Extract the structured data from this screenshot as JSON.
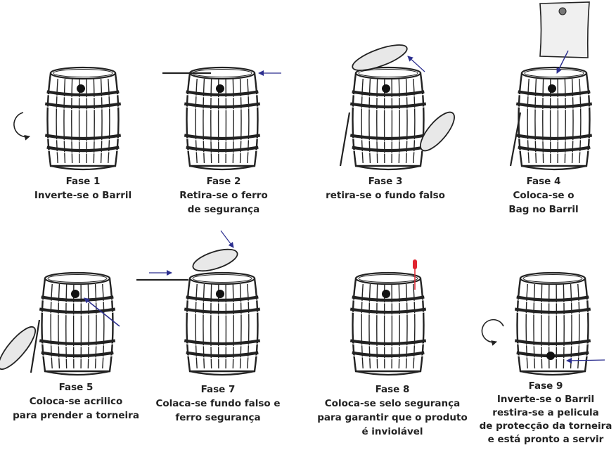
{
  "phases": [
    {
      "title": "Fase 1",
      "lines": [
        "Inverte-se o Barril"
      ]
    },
    {
      "title": "Fase 2",
      "lines": [
        "Retira-se o ferro",
        "de segurança"
      ]
    },
    {
      "title": "Fase 3",
      "lines": [
        "retira-se o fundo falso"
      ]
    },
    {
      "title": "Fase 4",
      "lines": [
        "Coloca-se o",
        "Bag no Barril"
      ]
    },
    {
      "title": "Fase 5",
      "lines": [
        "Coloca-se acrilico",
        "para prender a torneira"
      ]
    },
    {
      "title": "Fase 7",
      "lines": [
        "Colaca-se fundo falso e",
        "ferro segurança"
      ]
    },
    {
      "title": "Fase 8",
      "lines": [
        "Coloca-se selo segurança",
        "para garantir que o produto",
        "é inviolável"
      ]
    },
    {
      "title": "Fase 9",
      "lines": [
        "Inverte-se o Barril",
        "restira-se a pelicula",
        "de protecção da torneira",
        "e está pronto a servir"
      ]
    }
  ],
  "colors": {
    "arrow": "#2c2f8f",
    "ink": "#222222",
    "seal": "#e0242f",
    "bag": "#f0f0f0"
  },
  "icons": [
    "barrel-icon",
    "rotate-arrow-icon",
    "move-arrow-icon",
    "safety-bar-icon",
    "false-bottom-lid-icon",
    "bag-icon",
    "acrylic-disc-icon",
    "security-seal-icon",
    "tap-hole-icon"
  ]
}
